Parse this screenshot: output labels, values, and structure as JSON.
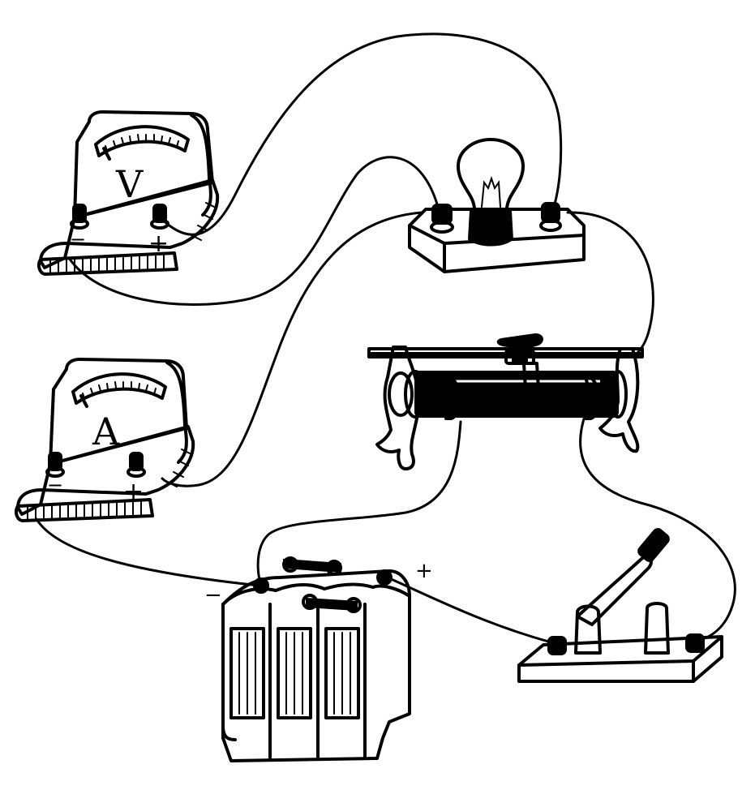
{
  "voltmeter": {
    "symbol": "V",
    "neg_label": "−",
    "pos_label": "+"
  },
  "ammeter": {
    "symbol": "A",
    "neg_label": "−",
    "pos_label": "+"
  },
  "battery": {
    "neg_label": "−",
    "pos_label": "+"
  },
  "components": [
    "voltmeter",
    "ammeter",
    "lamp",
    "rheostat",
    "battery",
    "switch"
  ],
  "colors": {
    "ink": "#000000",
    "paper": "#ffffff"
  }
}
